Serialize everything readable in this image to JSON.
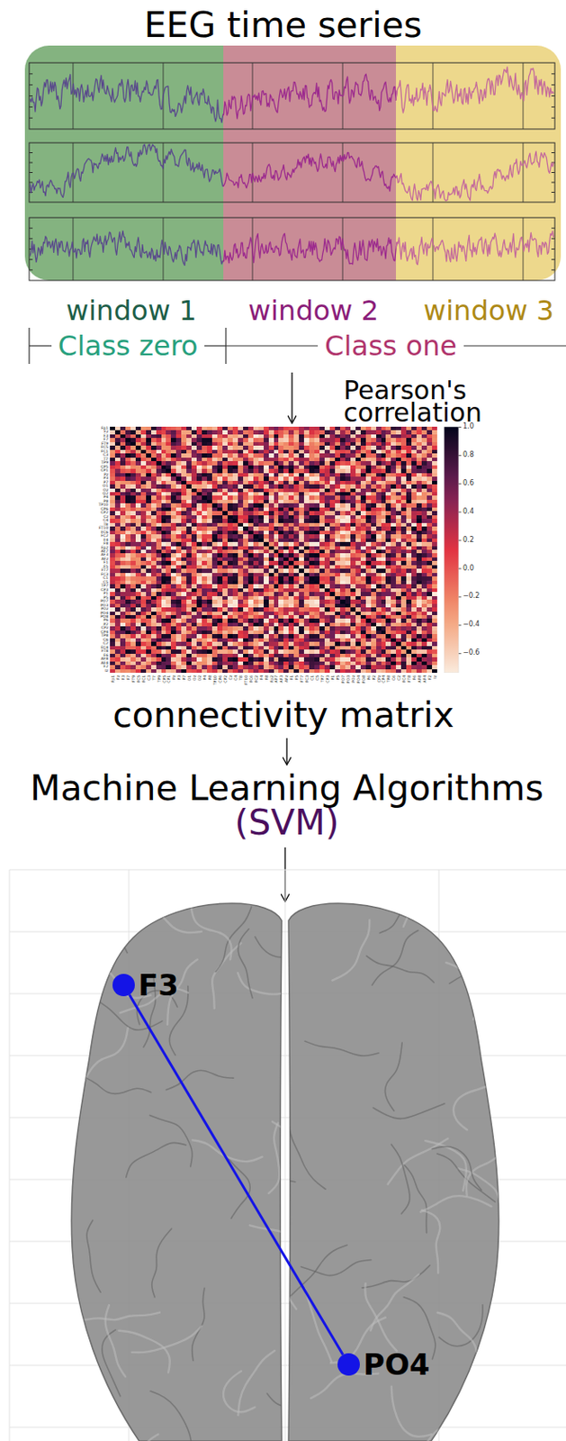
{
  "diagram": {
    "title": "EEG time series",
    "nodes": [
      {
        "text": [
          "window 1"
        ]
      },
      {
        "text": [
          "window 2"
        ]
      },
      {
        "text": [
          "window 3"
        ]
      },
      {
        "text": [
          "Pearson's correlation",
          "connectivity matrix"
        ]
      },
      {
        "text": [
          "Machine Learning Algorithms",
          "(SVM)"
        ]
      },
      {
        "text": [
          "F3"
        ]
      },
      {
        "text": [
          "PO4"
        ]
      }
    ],
    "edges": [
      {
        "from": 3,
        "to": 4,
        "arrow": "to"
      },
      {
        "from": 5,
        "to": 6,
        "arrow": "none"
      }
    ],
    "labels": [
      "Class zero",
      "Class one",
      "1.0",
      "0.8",
      "0.6",
      "0.4",
      "0.2",
      "0.0",
      "−0.2",
      "−0.4",
      "−0.6",
      "Fp1",
      "Fz",
      "F3",
      "F7",
      "FT9",
      "FC5",
      "FC1",
      "C3",
      "T7",
      "TP9",
      "CP5",
      "CP1",
      "Pz",
      "P3",
      "P7",
      "O1",
      "Oz",
      "O2",
      "P4",
      "P8",
      "TP10",
      "CP6",
      "CP2",
      "Cz",
      "C4",
      "T8",
      "FT10",
      "FC6",
      "FC2",
      "F4",
      "F8",
      "Fp2",
      "AF7",
      "AF3",
      "AFz",
      "F1",
      "F5",
      "FT7",
      "FC3",
      "C1",
      "C5",
      "TP7",
      "CP3",
      "P1",
      "P5",
      "PO7",
      "PO3",
      "POz",
      "PO4",
      "PO8",
      "P6",
      "P2",
      "CPz",
      "CP4",
      "TP8",
      "C6",
      "C2",
      "FC4",
      "FT8",
      "F6",
      "AF8",
      "AF4",
      "F2",
      "Iz",
      "Fp1",
      "Fz",
      "F3",
      "F7",
      "FT9",
      "FC5",
      "FC1",
      "C3",
      "T7",
      "TP9",
      "CP5",
      "CP1",
      "Pz",
      "P3",
      "P7",
      "O1",
      "Oz",
      "O2",
      "P4",
      "P8",
      "TP10",
      "CP6",
      "CP2",
      "Cz",
      "C4",
      "T8",
      "FT10",
      "FC6",
      "FC2",
      "F4",
      "F8",
      "Fp2",
      "AF7",
      "AF3",
      "AFz",
      "F1",
      "F5",
      "FT7",
      "FC3",
      "C1",
      "C5",
      "TP7",
      "CP3",
      "P1",
      "P5",
      "PO7",
      "PO3",
      "POz",
      "PO4",
      "PO8",
      "P6",
      "P2",
      "CPz",
      "CP4",
      "TP8",
      "C6",
      "C2",
      "FC4",
      "FT8",
      "F6",
      "AF8",
      "AF4",
      "F2",
      "Iz"
    ]
  }
}
